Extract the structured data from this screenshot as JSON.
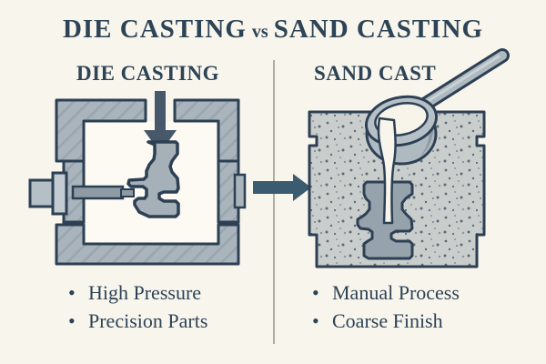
{
  "title": {
    "left": "DIE CASTING",
    "vs": "vs",
    "right": "SAND CASTING"
  },
  "panels": {
    "left": {
      "heading": "DIE CASTING",
      "points": [
        "High Pressure",
        "Precision Parts"
      ]
    },
    "right": {
      "heading": "SAND CAST",
      "points": [
        "Manual Process",
        "Coarse Finish"
      ]
    }
  },
  "bullet_char": "•",
  "colors": {
    "cream": "#f8f5ec",
    "ink": "#2d4356",
    "divider": "#b0ac9f",
    "steel": "#a9b4bc",
    "steel-dark": "#8e9aa4",
    "sand": "#c9cecd",
    "molten": "#f8f5ec",
    "arrow-down": "#46586a",
    "arrow-flow": "#3b5c70"
  }
}
